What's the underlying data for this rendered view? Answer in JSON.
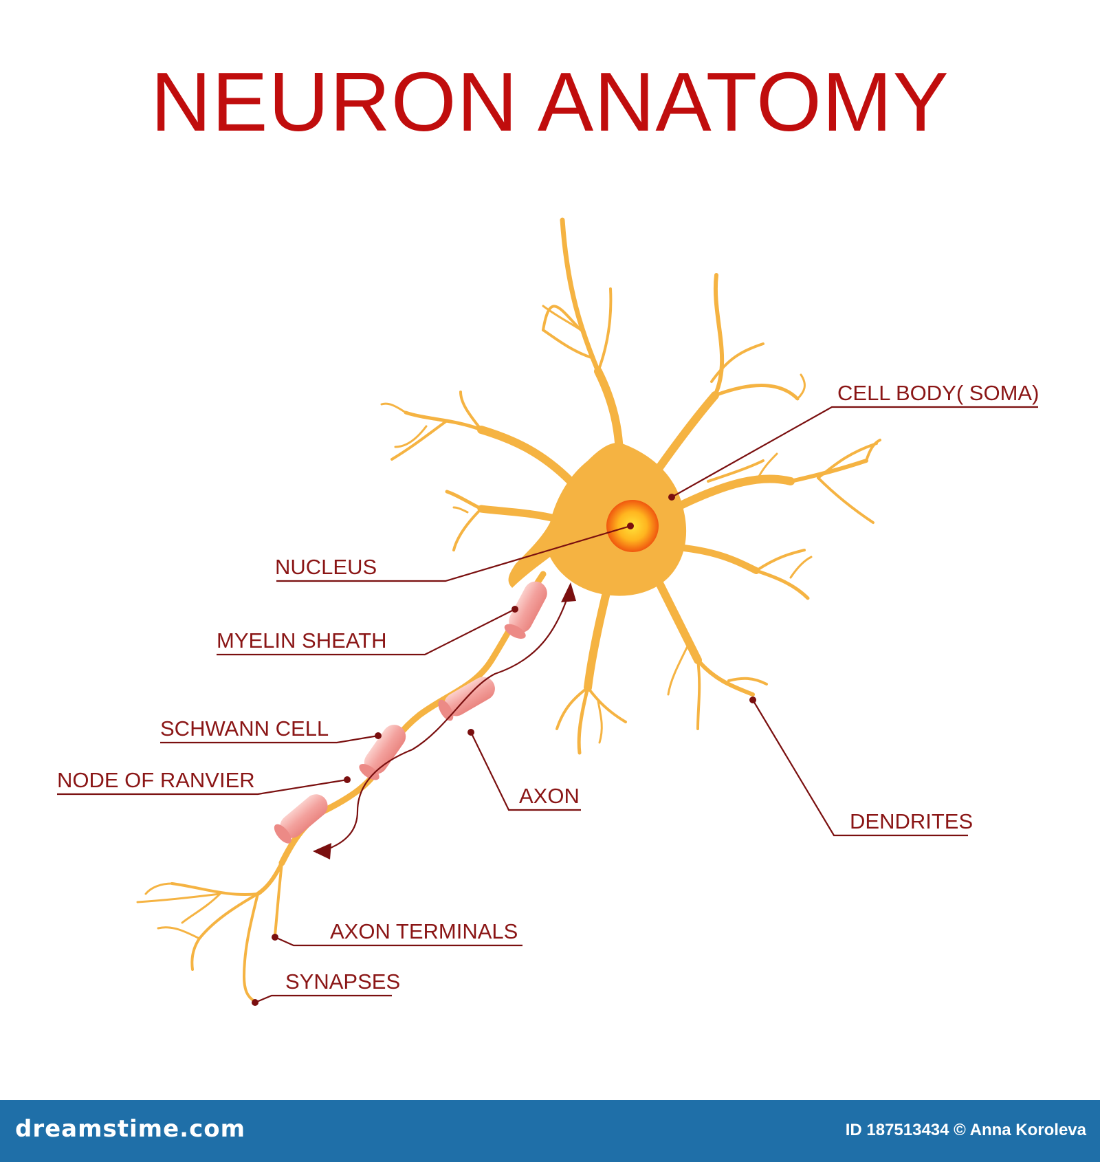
{
  "title": "NEURON ANATOMY",
  "labels": {
    "cell_body": "CELL BODY( SOMA)",
    "nucleus": "NUCLEUS",
    "myelin_sheath": "MYELIN SHEATH",
    "schwann_cell": "SCHWANN CELL",
    "node_of_ranvier": "NODE OF RANVIER",
    "axon": "AXON",
    "dendrites": "DENDRITES",
    "axon_terminals": "AXON TERMINALS",
    "synapses": "SYNAPSES"
  },
  "footer": {
    "site": "dreamstime.com",
    "credit": "ID 187513434 © Anna Koroleva"
  },
  "colors": {
    "title": "#c00d0d",
    "label": "#8a1515",
    "neuron": "#f5b342",
    "nucleus": "#f59a1a",
    "myelin": "#f4a3a3",
    "footer_bg": "#1f6fa8"
  }
}
